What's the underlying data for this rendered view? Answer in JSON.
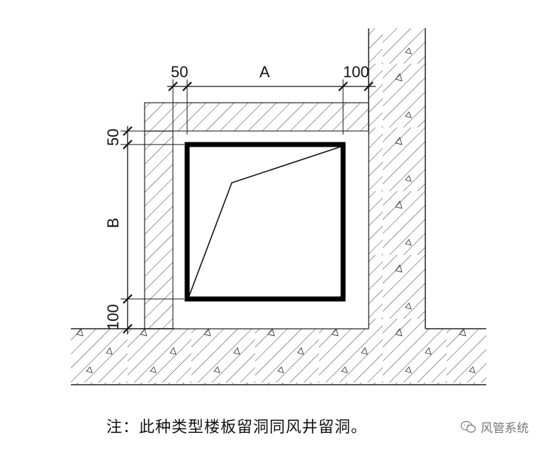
{
  "dimensions": {
    "left_gap": "50",
    "width": "A",
    "right_gap": "100",
    "top_gap": "50",
    "height": "B",
    "bottom_gap": "100"
  },
  "caption": "注：此种类型楼板留洞同风井留洞。",
  "watermark": {
    "icon": "wechat-icon",
    "text": "风管系统"
  }
}
